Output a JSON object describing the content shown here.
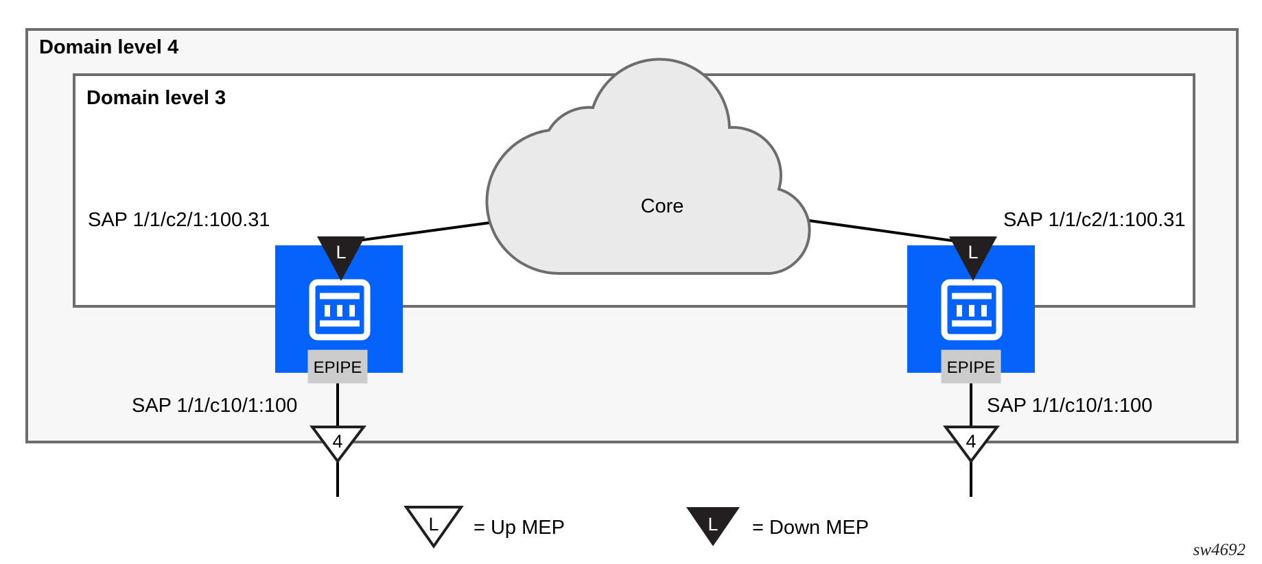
{
  "diagram": {
    "title_outer": "Domain level 4",
    "title_inner": "Domain level 3",
    "cloud_label": "Core",
    "watermark": "sw4692",
    "colors": {
      "device_blue": "#0563FB",
      "domain_border": "#6D6D6D",
      "domain_outer_fill": "#F7F7F7",
      "domain_inner_fill": "#FFFFFF",
      "cloud_fill": "#EAEAEA",
      "cloud_stroke": "#6D6D6D",
      "epipe_fill": "#CCCCCC",
      "epipe_stroke": "#CCCCCC",
      "mep_down_fill": "#231F20",
      "mep_up_fill": "#FFFFFF",
      "line": "#000000"
    }
  },
  "left_device": {
    "sap_top": "SAP 1/1/c2/1:100.31",
    "sap_bottom": "SAP 1/1/c10/1:100",
    "service_badge": "EPIPE",
    "down_mep_level": "L",
    "up_mep_level": "4",
    "icon": "router-icon"
  },
  "right_device": {
    "sap_top": "SAP 1/1/c2/1:100.31",
    "sap_bottom": "SAP 1/1/c10/1:100",
    "service_badge": "EPIPE",
    "down_mep_level": "L",
    "up_mep_level": "4",
    "icon": "router-icon"
  },
  "legend": {
    "items": [
      {
        "symbol": "up-mep-triangle",
        "letter": "L",
        "text": "= Up MEP"
      },
      {
        "symbol": "down-mep-triangle",
        "letter": "L",
        "text": "= Down MEP"
      }
    ]
  }
}
